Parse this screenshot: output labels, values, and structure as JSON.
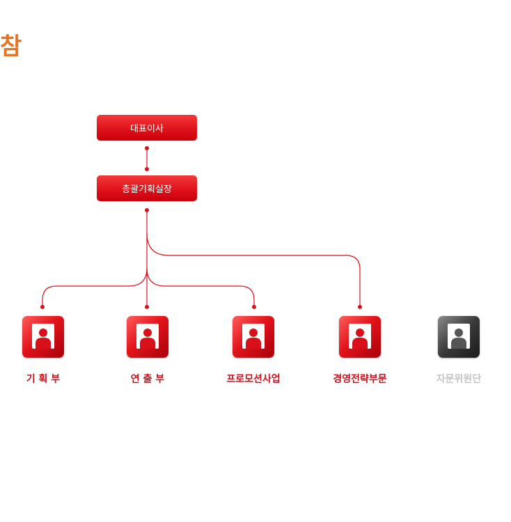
{
  "title": "참",
  "org": {
    "ceo": "대표이사",
    "planning_head": "총괄기획실장"
  },
  "departments": [
    {
      "label": "기 획 부",
      "style": "red"
    },
    {
      "label": "연 출 부",
      "style": "red"
    },
    {
      "label": "프로모션사업",
      "style": "red"
    },
    {
      "label": "경영전략부문",
      "style": "red"
    },
    {
      "label": "자문위원단",
      "style": "gray"
    }
  ],
  "colors": {
    "title": "#e8731f",
    "accent_red": "#e0121b",
    "label_red": "#c8101a",
    "label_gray": "#c4c4c4",
    "icon_gray": "#3a3a3a"
  },
  "icons": [
    "person-icon"
  ]
}
